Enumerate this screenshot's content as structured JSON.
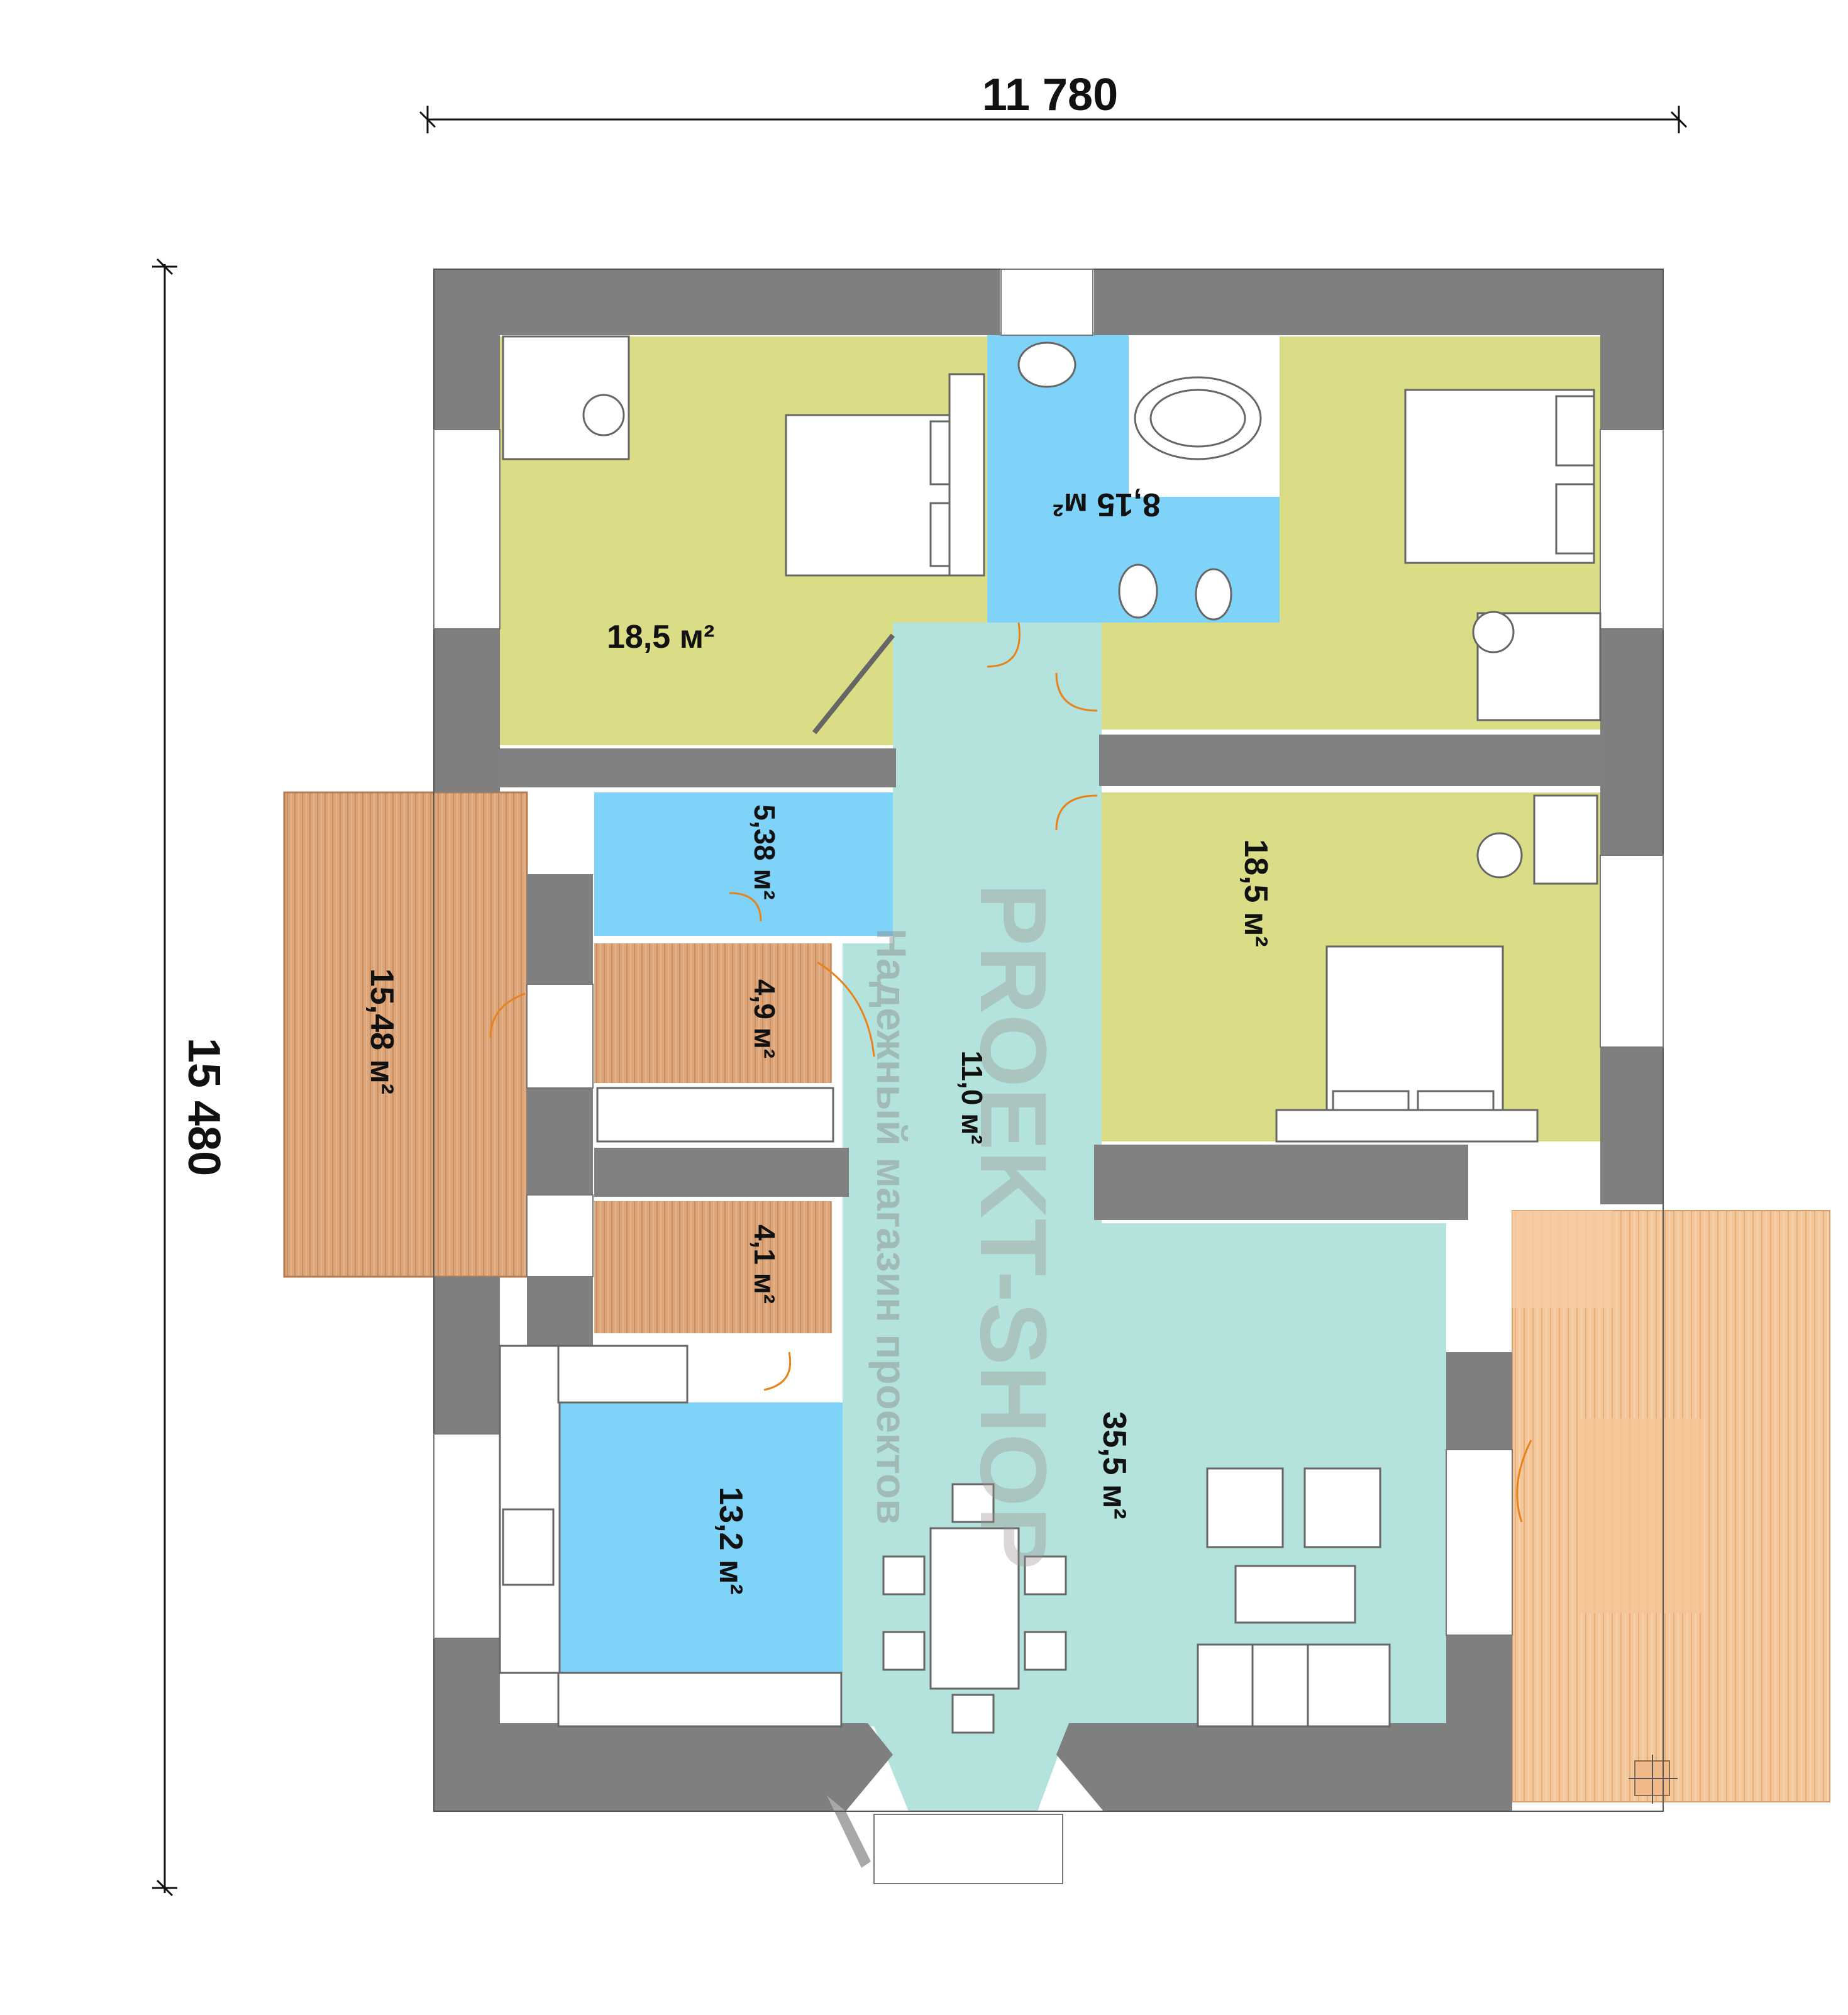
{
  "dimensions": {
    "width_label": "11 780",
    "height_label": "15 480"
  },
  "watermark": {
    "brand": "PROEKT-SHOP",
    "tagline": "Надежный магазин проектов"
  },
  "rooms": [
    {
      "id": "bedroom-nw",
      "area": "18,5",
      "unit": "м²",
      "type": "bedroom"
    },
    {
      "id": "bathroom",
      "area": "8,15",
      "unit": "м²",
      "type": "bathroom"
    },
    {
      "id": "bedroom-ne",
      "area": "",
      "unit": "",
      "type": "bedroom"
    },
    {
      "id": "bedroom-e",
      "area": "18,5",
      "unit": "м²",
      "type": "bedroom"
    },
    {
      "id": "washroom",
      "area": "5,38",
      "unit": "м²",
      "type": "bathroom"
    },
    {
      "id": "hall",
      "area": "11,0",
      "unit": "м²",
      "type": "corridor"
    },
    {
      "id": "storage-1",
      "area": "4,9",
      "unit": "м²",
      "type": "storage"
    },
    {
      "id": "storage-2",
      "area": "4,1",
      "unit": "м²",
      "type": "storage"
    },
    {
      "id": "kitchen",
      "area": "13,2",
      "unit": "м²",
      "type": "kitchen"
    },
    {
      "id": "living",
      "area": "35,5",
      "unit": "м²",
      "type": "living"
    },
    {
      "id": "terrace-west",
      "area": "15,48",
      "unit": "м²",
      "type": "terrace"
    },
    {
      "id": "terrace-east",
      "area": "",
      "unit": "",
      "type": "terrace"
    }
  ],
  "colors": {
    "wall": "#7f7f7f",
    "wall_light": "#a8a8a8",
    "bedroom": "#dadd86",
    "bathroom": "#7fd3f8",
    "hall": "#b3e3dc",
    "storage": "#d9a77a",
    "terrace_west": "#dca67a",
    "terrace_east": "#f4c79a",
    "door_arc": "#e8831c"
  }
}
